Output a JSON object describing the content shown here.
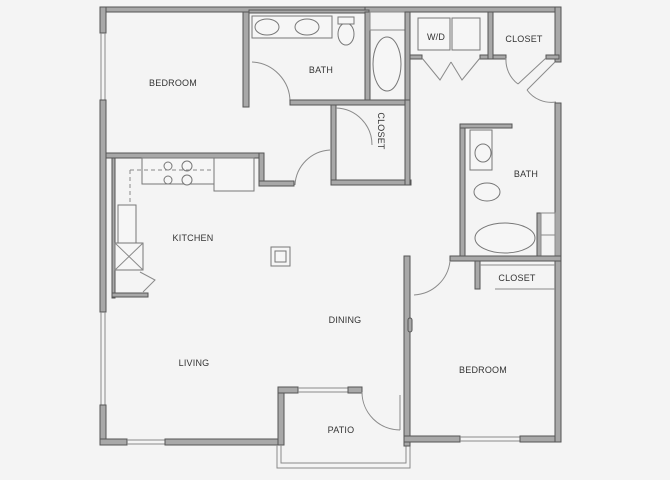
{
  "floorplan": {
    "colors": {
      "background": "#f4f4f4",
      "wall_fill": "#a8a8a8",
      "wall_stroke": "#555555",
      "fixture_stroke": "#777777",
      "label": "#333333"
    },
    "rooms": [
      {
        "id": "bedroom-1",
        "label": "BEDROOM"
      },
      {
        "id": "bath-1",
        "label": "BATH"
      },
      {
        "id": "closet-1",
        "label": "CLOSET"
      },
      {
        "id": "wd",
        "label": "W/D"
      },
      {
        "id": "closet-2",
        "label": "CLOSET"
      },
      {
        "id": "bath-2",
        "label": "BATH"
      },
      {
        "id": "kitchen",
        "label": "KITCHEN"
      },
      {
        "id": "closet-3",
        "label": "CLOSET"
      },
      {
        "id": "dining",
        "label": "DINING"
      },
      {
        "id": "living",
        "label": "LIVING"
      },
      {
        "id": "bedroom-2",
        "label": "BEDROOM"
      },
      {
        "id": "patio",
        "label": "PATIO"
      }
    ]
  }
}
